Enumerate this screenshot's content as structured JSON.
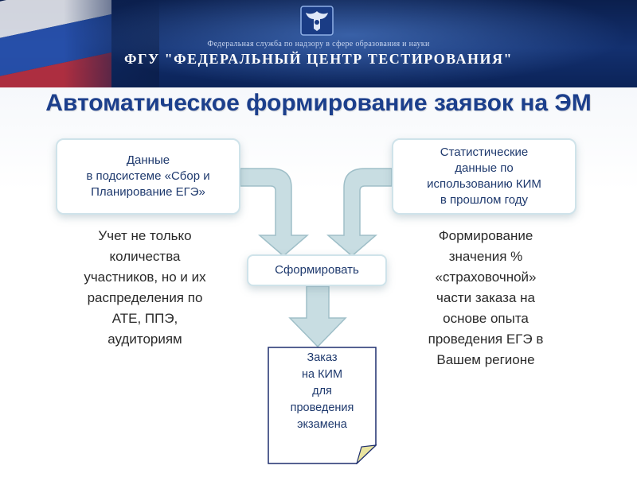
{
  "header": {
    "subtitle": "Федеральная служба по надзору в сфере образования и науки",
    "org_title": "ФГУ \"ФЕДЕРАЛЬНЫЙ ЦЕНТР ТЕСТИРОВАНИЯ\""
  },
  "page_title": "Автоматическое формирование заявок на ЭМ",
  "boxes": {
    "left": "Данные\nв подсистеме «Сбор и\nПланирование ЕГЭ»",
    "right": "Статистические\nданные по\nиспользованию КИМ\nв прошлом году",
    "form": "Сформировать"
  },
  "notes": {
    "left": "Учет не только\nколичества\nучастников, но и их\nраспределения по\nАТЕ, ППЭ,\nаудиториям",
    "right": "Формирование\nзначения %\n«страховочной»\nчасти заказа на\nоснове опыта\nпроведения ЕГЭ в\nВашем регионе"
  },
  "document": {
    "text": "Заказ\nна КИМ\nдля\nпроведения\nэкзамена"
  },
  "colors": {
    "header_bg": "#13306f",
    "title": "#1c3f8c",
    "arrow_fill": "#c8dde2",
    "arrow_stroke": "#9fbfc8"
  },
  "icons": {
    "emblem": "eagle-emblem-icon",
    "flag": "russian-flag-icon"
  }
}
